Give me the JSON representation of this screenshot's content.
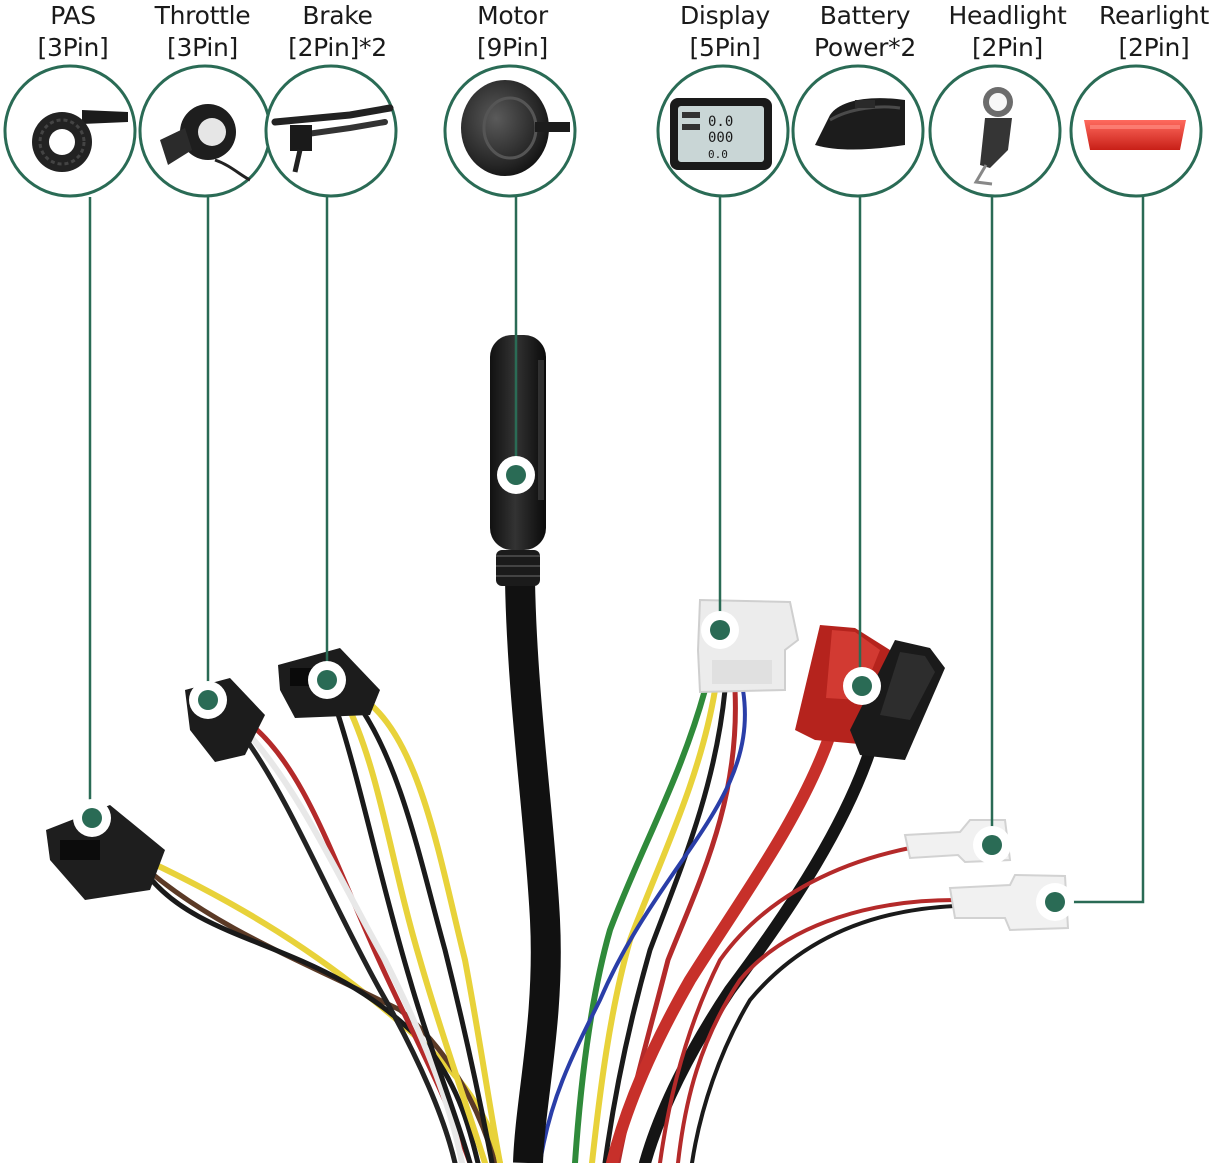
{
  "accent_color": "#2a6b55",
  "components": [
    {
      "id": "pas",
      "name": "PAS",
      "pins": "[3Pin]",
      "icon": "pas-sensor-icon"
    },
    {
      "id": "throttle",
      "name": "Throttle",
      "pins": "[3Pin]",
      "icon": "thumb-throttle-icon"
    },
    {
      "id": "brake",
      "name": "Brake",
      "pins": "[2Pin]*2",
      "icon": "brake-lever-icon"
    },
    {
      "id": "motor",
      "name": "Motor",
      "pins": "[9Pin]",
      "icon": "hub-motor-icon"
    },
    {
      "id": "display",
      "name": "Display",
      "pins": "[5Pin]",
      "icon": "lcd-display-icon"
    },
    {
      "id": "battery",
      "name": "Battery",
      "pins": "Power*2",
      "icon": "battery-pack-icon"
    },
    {
      "id": "headlight",
      "name": "Headlight",
      "pins": "[2Pin]",
      "icon": "headlight-icon"
    },
    {
      "id": "rearlight",
      "name": "Rearlight",
      "pins": "[2Pin]",
      "icon": "rearlight-icon"
    }
  ]
}
